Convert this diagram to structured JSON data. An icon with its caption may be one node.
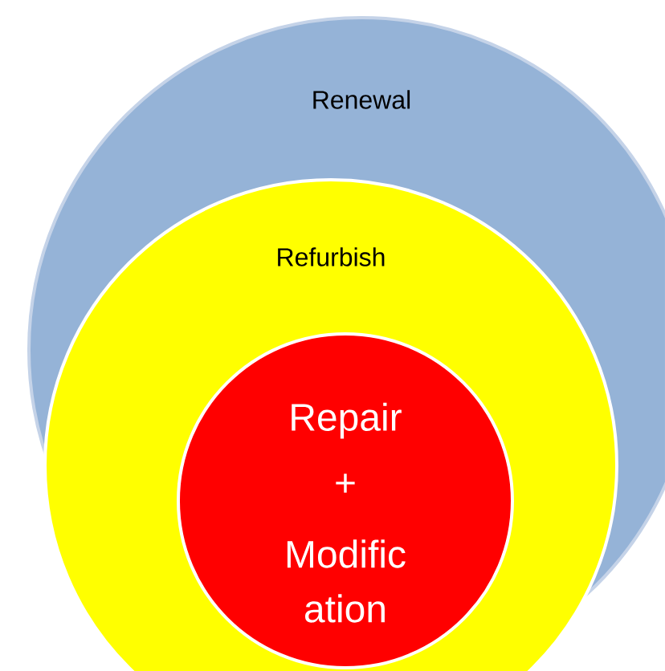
{
  "diagram": {
    "nodes": [
      {
        "text": [
          "Renewal"
        ]
      },
      {
        "text": [
          "Refurbish"
        ],
        "in": 0
      },
      {
        "text": [
          "Repair",
          "+",
          "Modific ation"
        ],
        "in": 1
      }
    ]
  }
}
